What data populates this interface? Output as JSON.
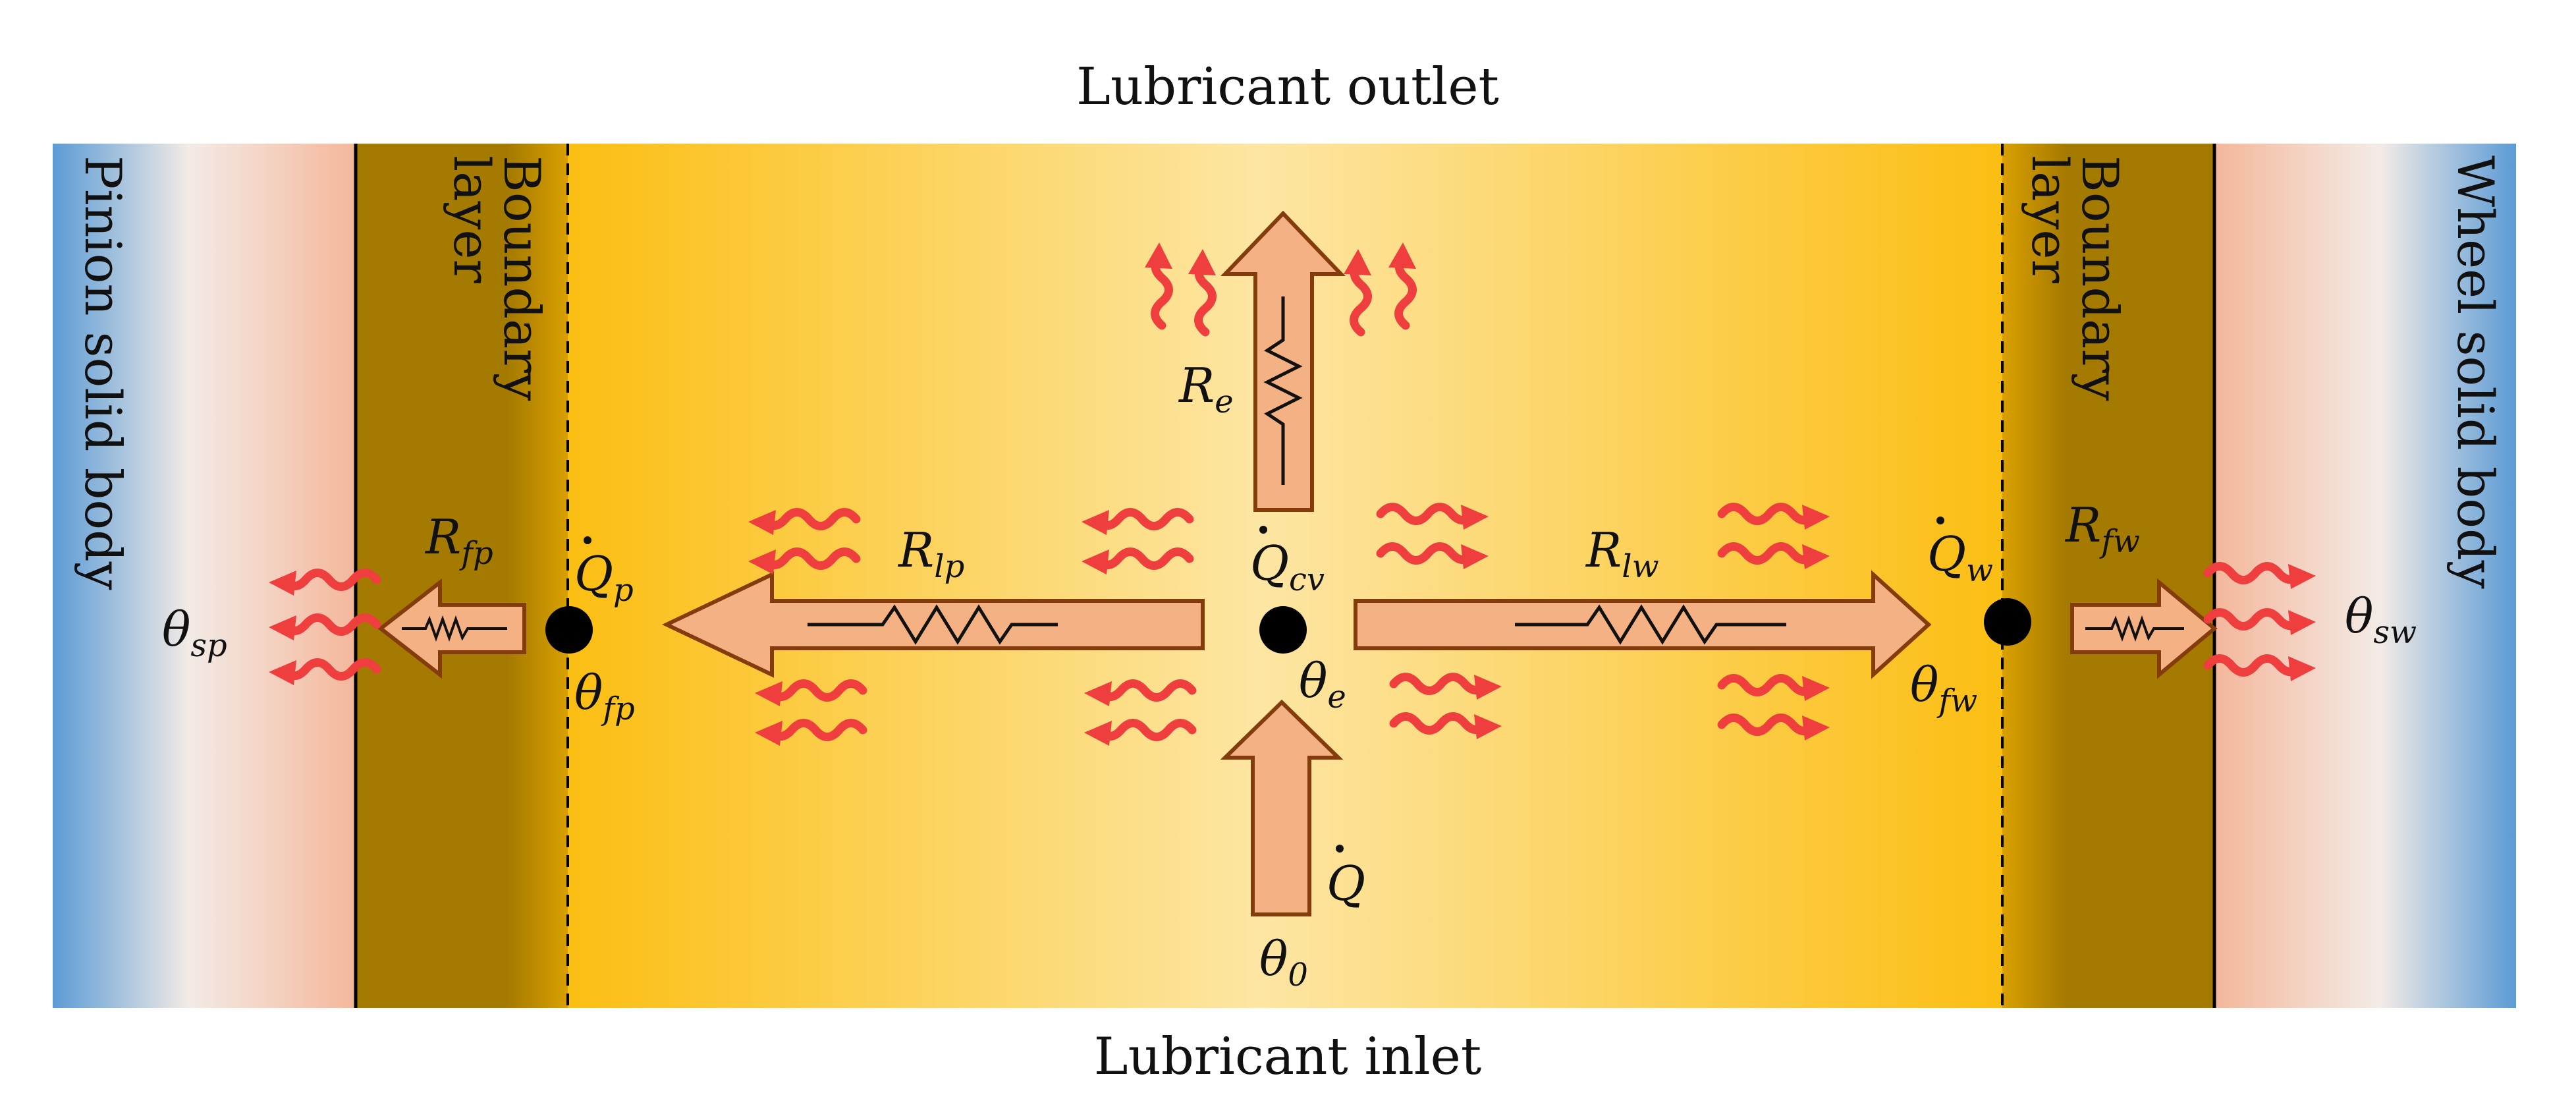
{
  "titles": {
    "top": "Lubricant outlet",
    "bottom": "Lubricant inlet"
  },
  "regions": {
    "left_solid": "Pinion solid body",
    "right_solid": "Wheel solid body",
    "left_boundary": [
      "Boundary",
      "layer"
    ],
    "right_boundary": [
      "Boundary",
      "layer"
    ]
  },
  "symbols": {
    "R_fp": {
      "main": "R",
      "sub": "fp"
    },
    "Q_p": {
      "main": "Q",
      "sub": "p"
    },
    "theta_sp": {
      "main": "θ",
      "sub": "sp"
    },
    "theta_fp": {
      "main": "θ",
      "sub": "fp"
    },
    "R_lp": {
      "main": "R",
      "sub": "lp"
    },
    "R_e": {
      "main": "R",
      "sub": "e"
    },
    "Q_cv": {
      "main": "Q",
      "sub": "cv"
    },
    "theta_e": {
      "main": "θ",
      "sub": "e"
    },
    "Q": {
      "main": "Q",
      "sub": ""
    },
    "theta_0": {
      "main": "θ",
      "sub": "0"
    },
    "R_lw": {
      "main": "R",
      "sub": "lw"
    },
    "Q_w": {
      "main": "Q",
      "sub": "w"
    },
    "theta_fw": {
      "main": "θ",
      "sub": "fw"
    },
    "R_fw": {
      "main": "R",
      "sub": "fw"
    },
    "theta_sw": {
      "main": "θ",
      "sub": "sw"
    }
  },
  "colors": {
    "solid_blue": "#5b9bd5",
    "solid_peach": "#f8cbad",
    "boundary_brown": "#a57a00",
    "lubricant_gold": "#fbbe12",
    "lubricant_center": "#fde59a",
    "arrow_fill": "#f4b183",
    "arrow_stroke": "#843c0c",
    "heat_wave": "#ef3e3e",
    "node": "#000000"
  }
}
